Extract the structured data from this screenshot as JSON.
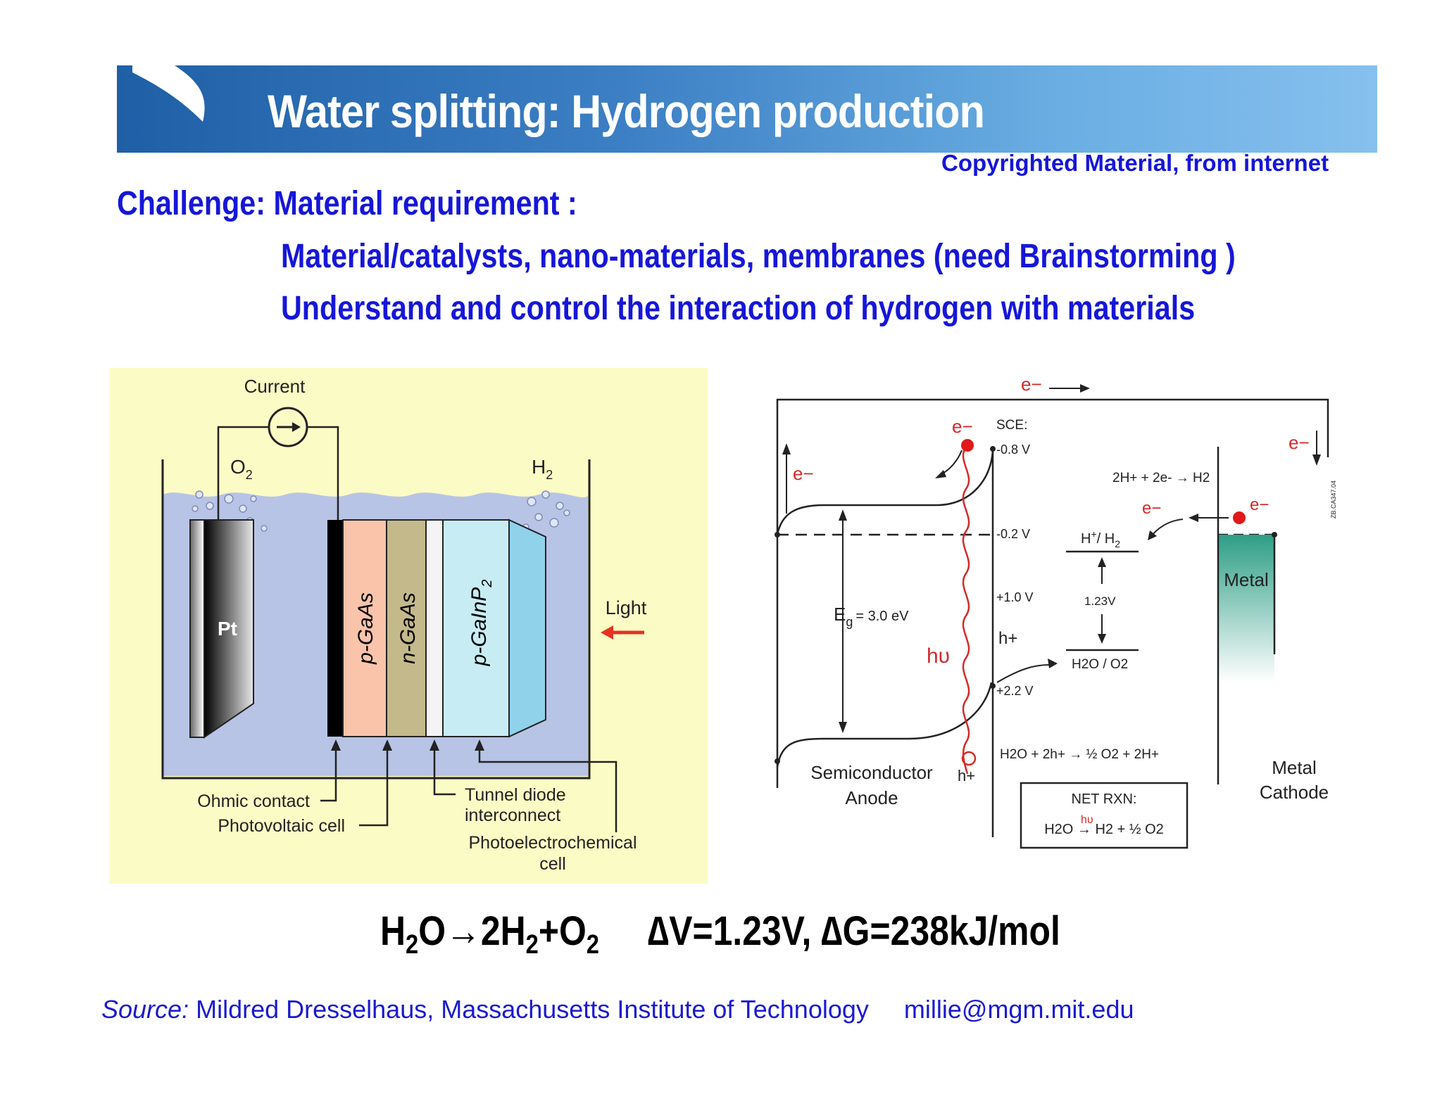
{
  "slide": {
    "title": "Water splitting: Hydrogen production",
    "copyright": "Copyrighted Material, from internet",
    "challenge": "Challenge: Material requirement :",
    "bullets": [
      "Material/catalysts, nano-materials, membranes (need Brainstorming )",
      "Understand and control the interaction of hydrogen with materials"
    ],
    "equation": {
      "reaction_part1": "H",
      "reaction_sub1": "2",
      "reaction_part2": "O→2H",
      "reaction_sub2": "2",
      "reaction_part3": "+O",
      "reaction_sub3": "2",
      "values": "∆V=1.23V, ∆G=238kJ/mol"
    },
    "source": {
      "label": "Source:",
      "text": " Mildred Dresselhaus, Massachusetts Institute of Technology",
      "email": "millie@mgm.mit.edu"
    }
  },
  "cell_figure": {
    "current": "Current",
    "o2": "O",
    "o2_sub": "2",
    "h2": "H",
    "h2_sub": "2",
    "pt": "Pt",
    "layer1": "p-GaAs",
    "layer2": "n-GaAs",
    "layer3": "p-GaInP",
    "layer3_sub": "2",
    "light": "Light",
    "ohmic": "Ohmic contact",
    "pv": "Photovoltaic cell",
    "tunnel1": "Tunnel diode",
    "tunnel2": "interconnect",
    "pec1": "Photoelectrochemical",
    "pec2": "cell"
  },
  "band_figure": {
    "e_minus": "e−",
    "sce": "SCE:",
    "v1": "-0.8 V",
    "v2": "-0.2 V",
    "v3": "+1.0 V",
    "v4": "+2.2 V",
    "eg": "E",
    "eg_sub": "g",
    "eg_val": "= 3.0 eV",
    "hv": "hυ",
    "h_plus": "h+",
    "h_plus_top": "h",
    "reaction_top": "2H+ + 2e- → H2",
    "hh2_a": "H",
    "hh2_b": "+",
    "hh2_c": "/ H",
    "hh2_d": "2",
    "v123": "1.23V",
    "h2o_o2": "H2O / O2",
    "metal": "Metal",
    "semi1": "Semiconductor",
    "semi2": "Anode",
    "metal_cathode1": "Metal",
    "metal_cathode2": "Cathode",
    "anode_rxn": "H2O + 2h+ → ½ O2 + 2H+",
    "net_rxn": "NET RXN:",
    "net_eq": "H2O → H2 + ½ O2",
    "net_hv": "hυ",
    "code": "ZB.CA347.04",
    "hole_label": "h"
  }
}
